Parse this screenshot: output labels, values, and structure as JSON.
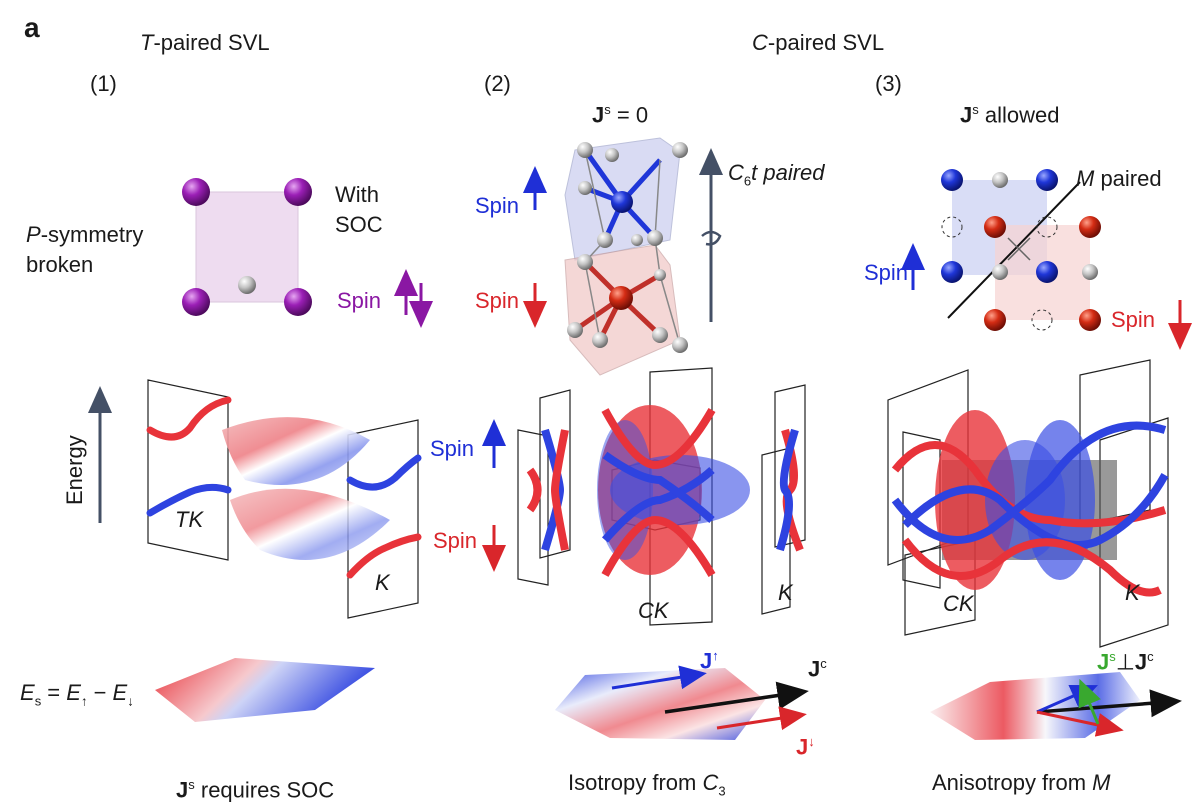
{
  "panel_letter": "a",
  "headers": {
    "t_paired": {
      "italic": "T",
      "rest": "-paired SVL"
    },
    "c_paired": {
      "italic": "C",
      "rest": "-paired SVL"
    }
  },
  "subpanels": {
    "one": "(1)",
    "two": "(2)",
    "three": "(3)"
  },
  "panel1": {
    "psym_italic": "P",
    "psym_rest": "-symmetry",
    "broken": "broken",
    "with": "With",
    "soc": "SOC",
    "spin": "Spin",
    "energy": "Energy",
    "tk": "TK",
    "k": "K",
    "spin_up": "Spin",
    "spin_down": "Spin",
    "es_formula": {
      "E": "E",
      "s": "s",
      "eq": " = ",
      "E2": "E",
      "up": "↑",
      "minus": " − ",
      "E3": "E",
      "down": "↓"
    },
    "caption": {
      "J": "J",
      "sup": "s",
      "rest": " requires SOC"
    }
  },
  "panel2": {
    "js_zero": {
      "J": "J",
      "sup": "s",
      "rest": " = 0"
    },
    "c6t": {
      "C": "C",
      "sub": "6",
      "rest": "t paired"
    },
    "spin_up": "Spin",
    "spin_down": "Spin",
    "ck": "CK",
    "k": "K",
    "j_up": {
      "J": "J",
      "sup": "↑"
    },
    "j_c": {
      "J": "J",
      "sup": "c"
    },
    "j_down": {
      "J": "J",
      "sup": "↓"
    },
    "caption": {
      "rest": "Isotropy from ",
      "C": "C",
      "sub": "3"
    }
  },
  "panel3": {
    "js_allowed": {
      "J": "J",
      "sup": "s",
      "rest": " allowed"
    },
    "m_paired": {
      "M": "M",
      "rest": " paired"
    },
    "spin_up": "Spin",
    "spin_down": "Spin",
    "ck": "CK",
    "k": "K",
    "perp": {
      "J1": "J",
      "sup1": "s",
      "perp": "⊥",
      "J2": "J",
      "sup2": "c"
    },
    "caption": {
      "rest": "Anisotropy from ",
      "M": "M"
    }
  },
  "colors": {
    "spin_up": "#1f2fd6",
    "spin_down": "#d9262b",
    "soc_spin": "#8a17a3",
    "arrow": "#445066",
    "perp_green": "#39a82f"
  }
}
